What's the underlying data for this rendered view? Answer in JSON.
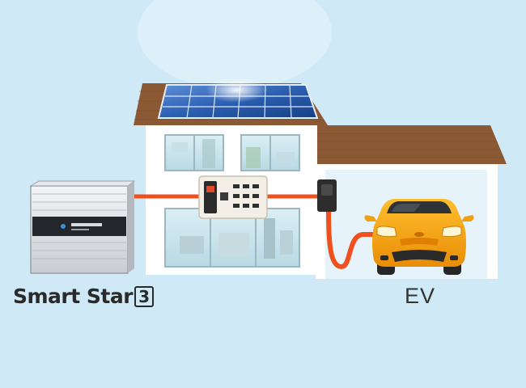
{
  "labels": {
    "brand_name": "Smart Star",
    "brand_digit": "3",
    "ev": "EV"
  },
  "colors": {
    "background": "#cfe9f7",
    "cable": "#f0501e",
    "roof": "#8b5a35",
    "car_body": "#f6a613",
    "panel_blue": "#1f4f9c"
  },
  "icons": [
    "solar-panel-icon",
    "house-icon",
    "power-conditioner-icon",
    "battery-unit-icon",
    "ev-charger-icon",
    "car-icon"
  ]
}
